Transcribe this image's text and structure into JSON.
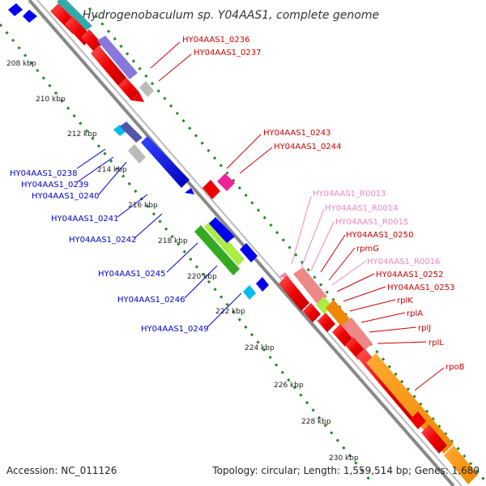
{
  "title": "Hydrogenobaculum sp. Y04AAS1, complete genome",
  "accession": "Accession: NC_011126",
  "topology": "Topology: circular; Length: 1,559,514 bp; Genes: 1,680",
  "axis_ticks": [
    "208 kbp",
    "210 kbp",
    "212 kbp",
    "214 kbp",
    "216 kbp",
    "218 kbp",
    "220 kbp",
    "222 kbp",
    "224 kbp",
    "226 kbp",
    "228 kbp",
    "230 kbp"
  ],
  "labels_left": [
    {
      "text": "HY04AAS1_0238",
      "color": "#0000cc"
    },
    {
      "text": "HY04AAS1_0239",
      "color": "#0000cc"
    },
    {
      "text": "HY04AAS1_0240",
      "color": "#0000cc"
    },
    {
      "text": "HY04AAS1_0241",
      "color": "#0000cc"
    },
    {
      "text": "HY04AAS1_0242",
      "color": "#0000cc"
    },
    {
      "text": "HY04AAS1_0245",
      "color": "#0000cc"
    },
    {
      "text": "HY04AAS1_0246",
      "color": "#0000cc"
    },
    {
      "text": "HY04AAS1_0249",
      "color": "#0000cc"
    }
  ],
  "labels_right": [
    {
      "text": "HY04AAS1_0236",
      "color": "#cc0000"
    },
    {
      "text": "HY04AAS1_0237",
      "color": "#cc0000"
    },
    {
      "text": "HY04AAS1_0243",
      "color": "#cc0000"
    },
    {
      "text": "HY04AAS1_0244",
      "color": "#cc0000"
    },
    {
      "text": "HY04AAS1_R0013",
      "color": "#ee88bb"
    },
    {
      "text": "HY04AAS1_R0014",
      "color": "#ee88bb"
    },
    {
      "text": "HY04AAS1_R0015",
      "color": "#ee88bb"
    },
    {
      "text": "HY04AAS1_0250",
      "color": "#cc0000"
    },
    {
      "text": "rpmG",
      "color": "#cc0000"
    },
    {
      "text": "HY04AAS1_R0016",
      "color": "#ee88bb"
    },
    {
      "text": "HY04AAS1_0252",
      "color": "#cc0000"
    },
    {
      "text": "HY04AAS1_0253",
      "color": "#cc0000"
    },
    {
      "text": "rplK",
      "color": "#cc0000"
    },
    {
      "text": "rplA",
      "color": "#cc0000"
    },
    {
      "text": "rplJ",
      "color": "#cc0000"
    },
    {
      "text": "rplL",
      "color": "#cc0000"
    },
    {
      "text": "rpoB",
      "color": "#cc0000"
    }
  ],
  "colors": {
    "forward": "#ee0000",
    "reverse": "#0000ee",
    "rna": "#ee88aa",
    "backbone": "#999999",
    "gc_dots": "#228822"
  }
}
